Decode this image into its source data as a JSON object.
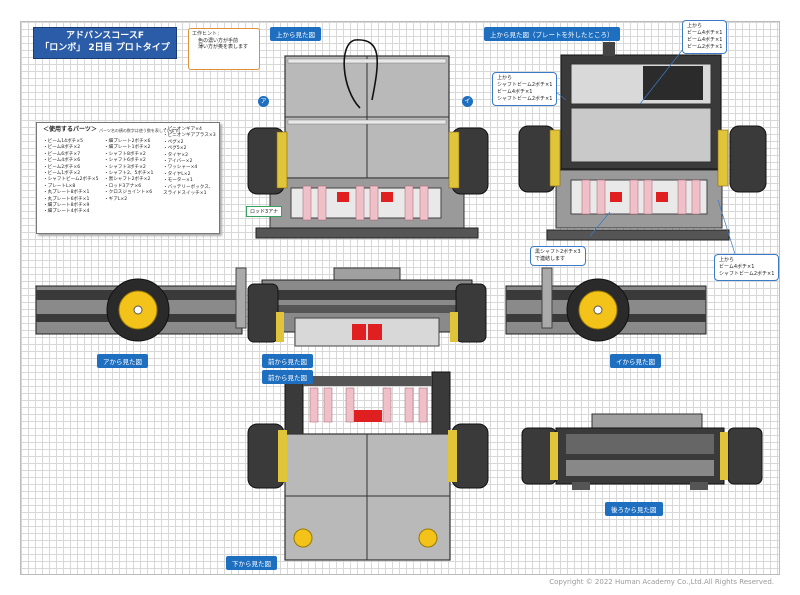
{
  "title": {
    "line1": "アドバンスコースF",
    "line2": "「ロンボ」 2日目 プロトタイプ"
  },
  "hint": {
    "head": "工作ヒント：",
    "line1": "色の濃い方が手前",
    "line2": "薄い方が奥を表します"
  },
  "labels": {
    "top_view": "上から見た図",
    "top_view_no_plate": "上から見た図（プレートを外したところ）",
    "view_a": "アから見た図",
    "front_view": "前から見た図",
    "view_i": "イから見た図",
    "bottom_view": "下から見た図",
    "back_view": "後ろから見た図",
    "marker_a": "ア",
    "marker_i": "イ",
    "rod_label": "ロッド3アナ"
  },
  "callouts": {
    "c1": "上から\nビーム4ボチ×1\nビーム4ボチ×1\nビーム2ボチ×1",
    "c2": "上から\nシャフトビーム2ボチ×1\nビーム4ボチ×1\nシャフトビーム2ボチ×1",
    "c3": "黒シャフト2ボチ×3\nで連結します",
    "c4": "上から\nビーム4ボチ×1\nシャフトビーム2ボチ×1"
  },
  "parts": {
    "heading": "＜使用するパーツ＞",
    "note": "パーツ名の横の数字は使う数を表しています。",
    "col1": [
      "・ビーム14ボチ×5",
      "・ビーム8ボチ×2",
      "・ビーム6ボチ×7",
      "・ビーム4ボチ×6",
      "・ビーム2ボチ×6",
      "・ビーム1ボチ×2",
      "・シャフトビーム2ボチ×5",
      "・プレートL×8",
      "・丸プレート8ボチ×1",
      "・丸プレート6ボチ×1",
      "・細プレート8ボチ×9",
      "・細プレート4ボチ×4"
    ],
    "col2": [
      "・細プレート2ボチ×6",
      "・細プレート1ボチ×2",
      "・シャフト8ボチ×2",
      "・シャフト6ボチ×2",
      "・シャフト3ボチ×2",
      "・シャフト2、5ボチ×1",
      "・黒シャフト2ボチ×2",
      "・ロッド3アナ×6",
      "・クロスジョイント×6",
      "・ギアL×2"
    ],
    "col3": [
      "・ピニオンギア×4",
      "・ピニオンギアプラス×3",
      "・ペグ×2",
      "・ペグ5×2",
      "・タイヤ×2",
      "・アイバー×2",
      "・ワッシャー×4",
      "・タイヤL×2",
      "・モーター×1",
      "・バッテリーボックス、",
      "  スライドスイッチ×1"
    ]
  },
  "copyright": "Copyright © 2022 Human Academy Co.,Ltd.All Rights Reserved."
}
